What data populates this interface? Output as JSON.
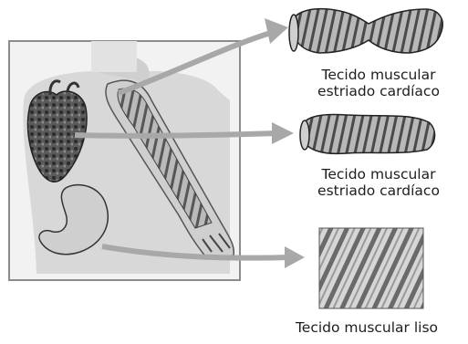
{
  "labels": [
    {
      "line1": "Tecido muscular",
      "line2": "estriado cardíaco"
    },
    {
      "line1": "Tecido muscular",
      "line2": "estriado cardíaco"
    },
    {
      "line1": "Tecido muscular liso"
    }
  ],
  "icons": [
    "torso-illustration",
    "heart-icon",
    "arm-muscle-icon",
    "stomach-icon",
    "muscle-fiber-icon",
    "smooth-muscle-icon"
  ],
  "colors": {
    "ink": "#1e1e1e",
    "arrow": "#a8a8a8",
    "frame": "#8c8c8c",
    "skin": "#d8d8d8"
  }
}
